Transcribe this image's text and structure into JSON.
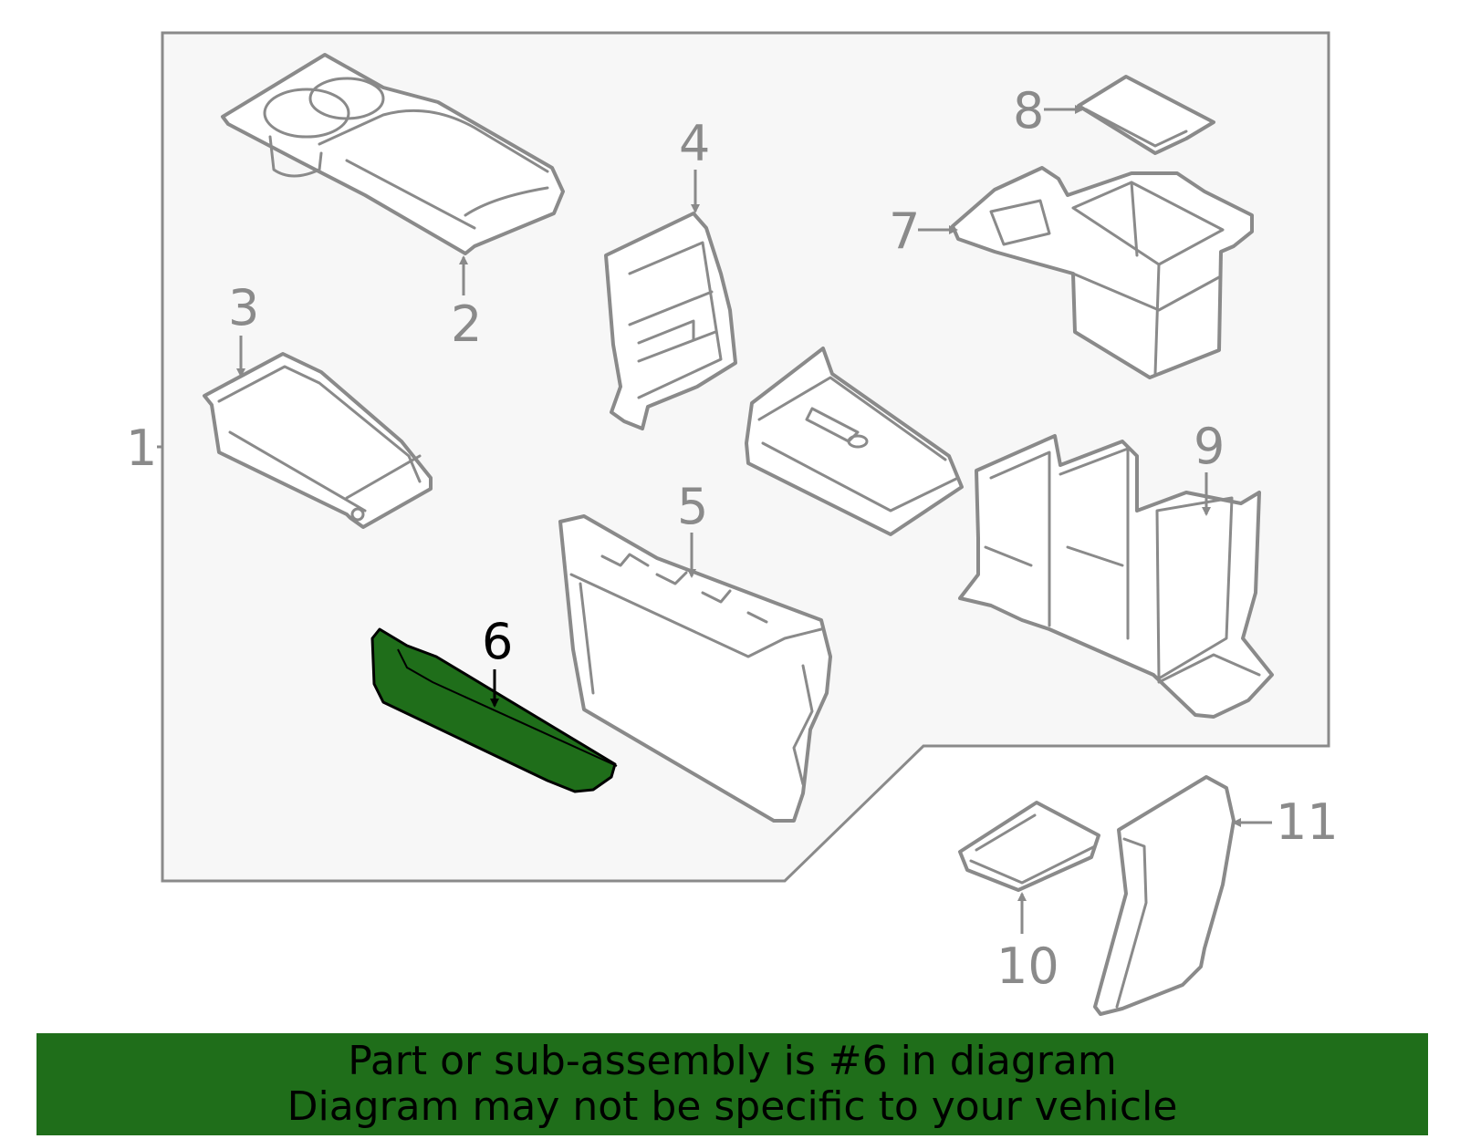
{
  "colors": {
    "frame_fill": "#f7f7f7",
    "line": "#8a8a8a",
    "highlight": "#1f6e1a",
    "banner": "#1f6e1a"
  },
  "callouts": {
    "c1": "1",
    "c2": "2",
    "c3": "3",
    "c4": "4",
    "c5": "5",
    "c6": "6",
    "c7": "7",
    "c8": "8",
    "c9": "9",
    "c10": "10",
    "c11": "11"
  },
  "highlighted_part": "6",
  "banner": {
    "line1": "Part or sub-assembly is #6 in diagram",
    "line2": "Diagram may not be specific to your vehicle"
  }
}
